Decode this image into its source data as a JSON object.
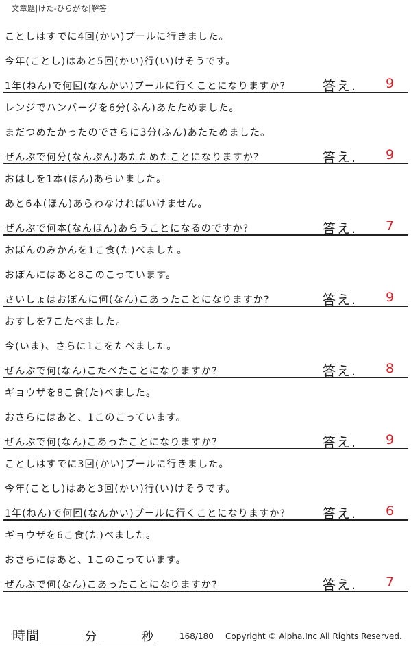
{
  "header": {
    "title": "文章題|けた-ひらがな|解答"
  },
  "answer_label": "答え.",
  "problems": [
    {
      "lines": [
        "ことしはすでに4回(かい)プールに行きました。",
        "今年(ことし)はあと5回(かい)行(い)けそうです。",
        "1年(ねん)で何回(なんかい)プールに行くことになりますか?"
      ],
      "answer": "9"
    },
    {
      "lines": [
        "レンジでハンバーグを6分(ふん)あたためました。",
        "まだつめたかったのでさらに3分(ふん)あたためました。",
        "ぜんぶで何分(なんぷん)あたためたことになりますか?"
      ],
      "answer": "9"
    },
    {
      "lines": [
        "おはしを1本(ほん)あらいました。",
        "あと6本(ほん)あらわなければいけません。",
        "ぜんぶで何本(なんほん)あらうことになるのですか?"
      ],
      "answer": "7"
    },
    {
      "lines": [
        "おぼんのみかんを1こ食(た)べました。",
        "おぼんにはあと8このこっています。",
        "さいしょはおぼんに何(なん)こあったことになりますか?"
      ],
      "answer": "9"
    },
    {
      "lines": [
        "おすしを7こたべました。",
        "今(いま)、さらに1こをたべました。",
        "ぜんぶで何(なん)こたべたことになりますか?"
      ],
      "answer": "8"
    },
    {
      "lines": [
        "ギョウザを8こ食(た)べました。",
        "おさらにはあと、1このこっています。",
        "ぜんぶで何(なん)こあったことになりますか?"
      ],
      "answer": "9"
    },
    {
      "lines": [
        "ことしはすでに3回(かい)プールに行きました。",
        "今年(ことし)はあと3回(かい)行(い)けそうです。",
        "1年(ねん)で何回(なんかい)プールに行くことになりますか?"
      ],
      "answer": "6"
    },
    {
      "lines": [
        "ギョウザを6こ食(た)べました。",
        "おさらにはあと、1このこっています。",
        "ぜんぶで何(なん)こあったことになりますか?"
      ],
      "answer": "7"
    }
  ],
  "footer": {
    "time_label": "時間",
    "minutes_label": "分",
    "seconds_label": "秒",
    "page": "168/180",
    "copyright": "Copyright © Alpha.Inc All Rights Reserved."
  },
  "colors": {
    "answer": "#d8262c",
    "text": "#222222",
    "rule": "#222222"
  }
}
